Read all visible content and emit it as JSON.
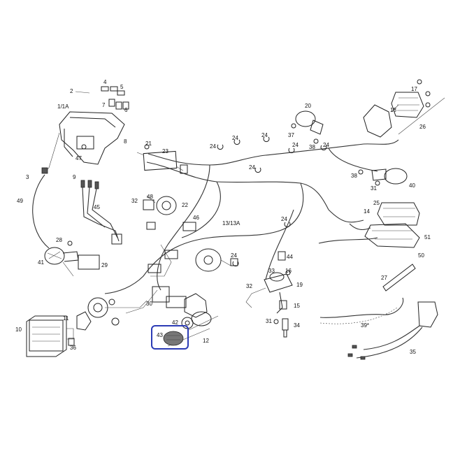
{
  "highlight": {
    "color": "#2b3bb5",
    "part": "43"
  },
  "labels": {
    "l_1_1a": "1/1A",
    "l_2": "2",
    "l_3": "3",
    "l_4": "4",
    "l_5": "5",
    "l_6": "6",
    "l_7": "7",
    "l_8": "8",
    "l_9": "9",
    "l_10": "10",
    "l_11": "11",
    "l_12": "12",
    "l_13_13a": "13/13A",
    "l_14": "14",
    "l_15": "15",
    "l_16": "16",
    "l_17": "17",
    "l_18": "18",
    "l_19": "19",
    "l_20": "20",
    "l_21": "21",
    "l_22": "22",
    "l_23": "23",
    "l_24a": "24",
    "l_24b": "24",
    "l_24c": "24",
    "l_24d": "24",
    "l_24e": "24",
    "l_24f": "24",
    "l_24g": "24",
    "l_24h": "24",
    "l_25": "25",
    "l_26": "26",
    "l_27": "27",
    "l_28": "28",
    "l_29": "29",
    "l_30": "30",
    "l_31a": "31",
    "l_31b": "31",
    "l_32a": "32",
    "l_32b": "32",
    "l_33": "33",
    "l_34": "34",
    "l_35": "35",
    "l_36": "36",
    "l_37": "37",
    "l_38a": "38",
    "l_38b": "38",
    "l_39": "39*",
    "l_40": "40",
    "l_41": "41",
    "l_42": "42",
    "l_43": "43",
    "l_44": "44",
    "l_45": "45",
    "l_46": "46",
    "l_47": "47",
    "l_48": "48",
    "l_49": "49",
    "l_50": "50",
    "l_51": "51"
  }
}
